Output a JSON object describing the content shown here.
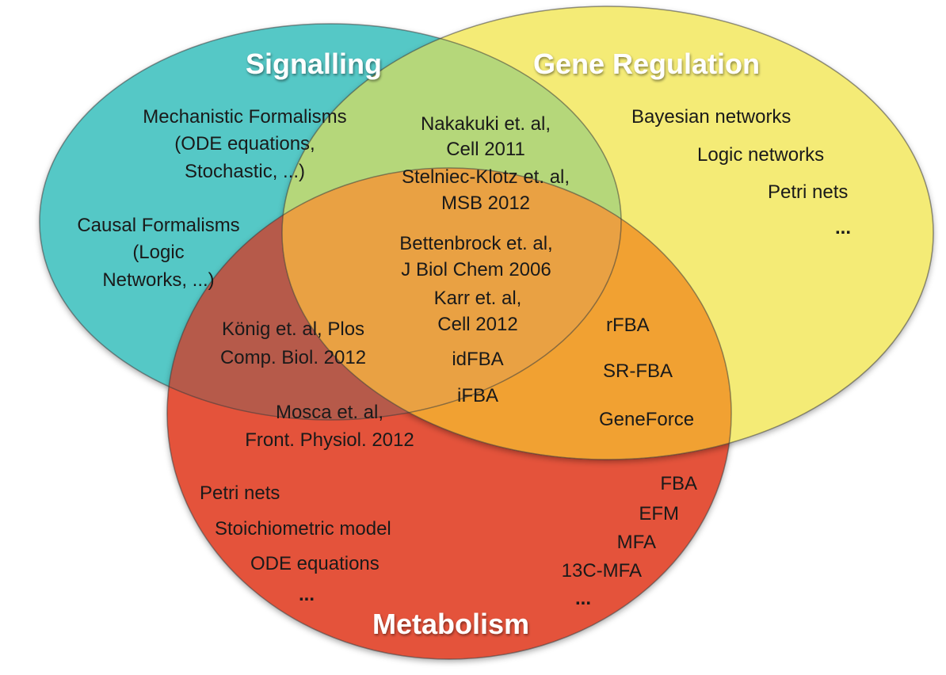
{
  "sets": {
    "signalling": {
      "title": "Signalling",
      "color": "#52C7C6"
    },
    "gene_regulation": {
      "title": "Gene Regulation",
      "color": "#F3EA71"
    },
    "metabolism": {
      "title": "Metabolism",
      "color": "#E24F36"
    }
  },
  "signalling_only": {
    "mechanistic_1": "Mechanistic Formalisms",
    "mechanistic_2": "(ODE equations,",
    "mechanistic_3": "Stochastic, ...)",
    "causal_1": "Causal Formalisms",
    "causal_2": "(Logic",
    "causal_3": "Networks, ...)"
  },
  "gene_regulation_only": {
    "item_1": "Bayesian networks",
    "item_2": "Logic networks",
    "item_3": "Petri nets",
    "item_4": "..."
  },
  "signalling_gene": {
    "ref_1a": "Nakakuki et. al,",
    "ref_1b": "Cell 2011",
    "ref_2a": "Stelniec-Klotz et. al,",
    "ref_2b": "MSB 2012"
  },
  "all_three": {
    "ref_1a": "Bettenbrock et. al,",
    "ref_1b": "J Biol Chem 2006",
    "ref_2a": "Karr et. al,",
    "ref_2b": "Cell 2012",
    "item_1": "idFBA",
    "item_2": "iFBA"
  },
  "signalling_metabolism": {
    "ref_1a": "König et. al, Plos",
    "ref_1b": "Comp. Biol. 2012",
    "ref_2a": "Mosca et. al,",
    "ref_2b": "Front. Physiol. 2012"
  },
  "gene_metabolism": {
    "item_1": "rFBA",
    "item_2": "SR-FBA",
    "item_3": "GeneForce"
  },
  "metabolism_only": {
    "left_1": "Petri nets",
    "left_2": "Stoichiometric model",
    "left_3": "ODE equations",
    "left_4": "...",
    "right_1": "FBA",
    "right_2": "EFM",
    "right_3": "MFA",
    "right_4": "13C-MFA",
    "right_5": "..."
  }
}
